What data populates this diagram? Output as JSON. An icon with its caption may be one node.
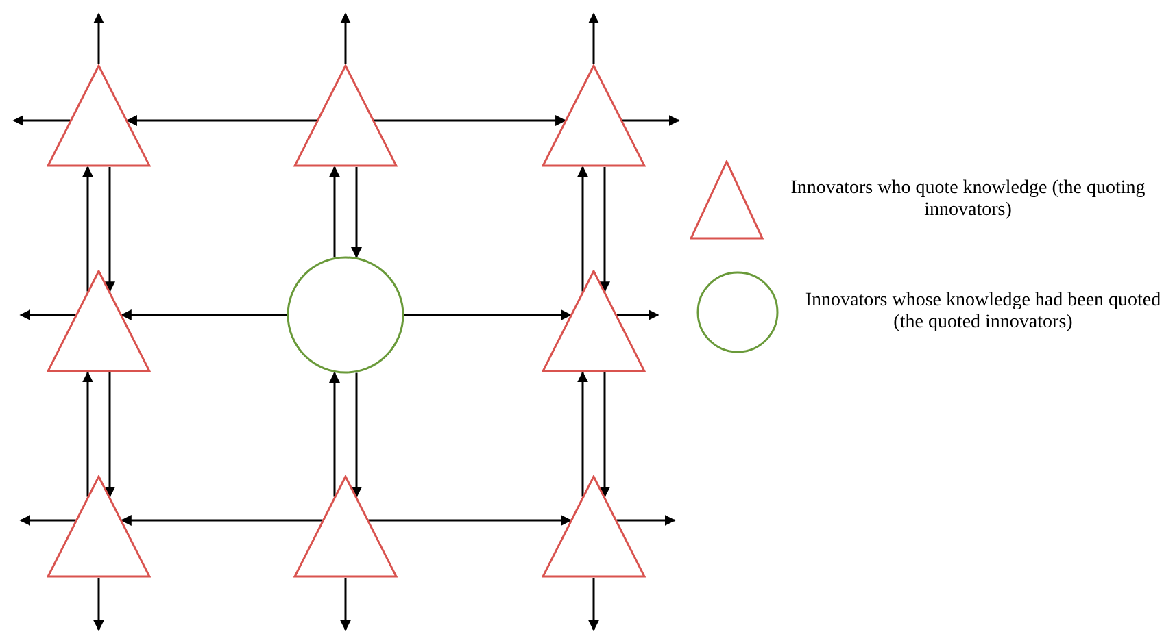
{
  "diagram": {
    "nodes": [
      {
        "text": [],
        "shape": "triangle"
      },
      {
        "text": [],
        "shape": "triangle"
      },
      {
        "text": [],
        "shape": "triangle"
      },
      {
        "text": [],
        "shape": "triangle"
      },
      {
        "text": [],
        "shape": "circle"
      },
      {
        "text": [],
        "shape": "triangle"
      },
      {
        "text": [],
        "shape": "triangle"
      },
      {
        "text": [],
        "shape": "triangle"
      },
      {
        "text": [],
        "shape": "triangle"
      }
    ],
    "edges": [
      {
        "from": 1,
        "to": 0,
        "arrow": "to"
      },
      {
        "from": 1,
        "to": 2,
        "arrow": "to"
      },
      {
        "from": 0,
        "to": null,
        "arrow": "to"
      },
      {
        "from": 0,
        "to": null,
        "arrow": "to"
      },
      {
        "from": 1,
        "to": null,
        "arrow": "to"
      },
      {
        "from": 2,
        "to": null,
        "arrow": "to"
      },
      {
        "from": 2,
        "to": null,
        "arrow": "to"
      },
      {
        "from": 3,
        "to": 0,
        "arrow": "to"
      },
      {
        "from": 0,
        "to": 3,
        "arrow": "to"
      },
      {
        "from": 4,
        "to": 1,
        "arrow": "to"
      },
      {
        "from": 1,
        "to": 4,
        "arrow": "to"
      },
      {
        "from": 5,
        "to": 2,
        "arrow": "to"
      },
      {
        "from": 2,
        "to": 5,
        "arrow": "to"
      },
      {
        "from": 4,
        "to": 3,
        "arrow": "to"
      },
      {
        "from": 4,
        "to": 5,
        "arrow": "to"
      },
      {
        "from": 3,
        "to": null,
        "arrow": "to"
      },
      {
        "from": 5,
        "to": null,
        "arrow": "to"
      },
      {
        "from": 6,
        "to": 3,
        "arrow": "to"
      },
      {
        "from": 3,
        "to": 6,
        "arrow": "to"
      },
      {
        "from": 7,
        "to": 4,
        "arrow": "to"
      },
      {
        "from": 4,
        "to": 7,
        "arrow": "to"
      },
      {
        "from": 8,
        "to": 5,
        "arrow": "to"
      },
      {
        "from": 5,
        "to": 8,
        "arrow": "to"
      },
      {
        "from": 7,
        "to": 6,
        "arrow": "to"
      },
      {
        "from": 7,
        "to": 8,
        "arrow": "to"
      },
      {
        "from": 6,
        "to": null,
        "arrow": "to"
      },
      {
        "from": 8,
        "to": null,
        "arrow": "to"
      },
      {
        "from": 6,
        "to": null,
        "arrow": "to"
      },
      {
        "from": 7,
        "to": null,
        "arrow": "to"
      },
      {
        "from": 8,
        "to": null,
        "arrow": "to"
      }
    ],
    "legend": [
      {
        "text": "Innovators who quote knowledge (the quoting innovators)"
      },
      {
        "text": "Innovators whose knowledge had been quoted (the quoted innovators)"
      }
    ]
  }
}
